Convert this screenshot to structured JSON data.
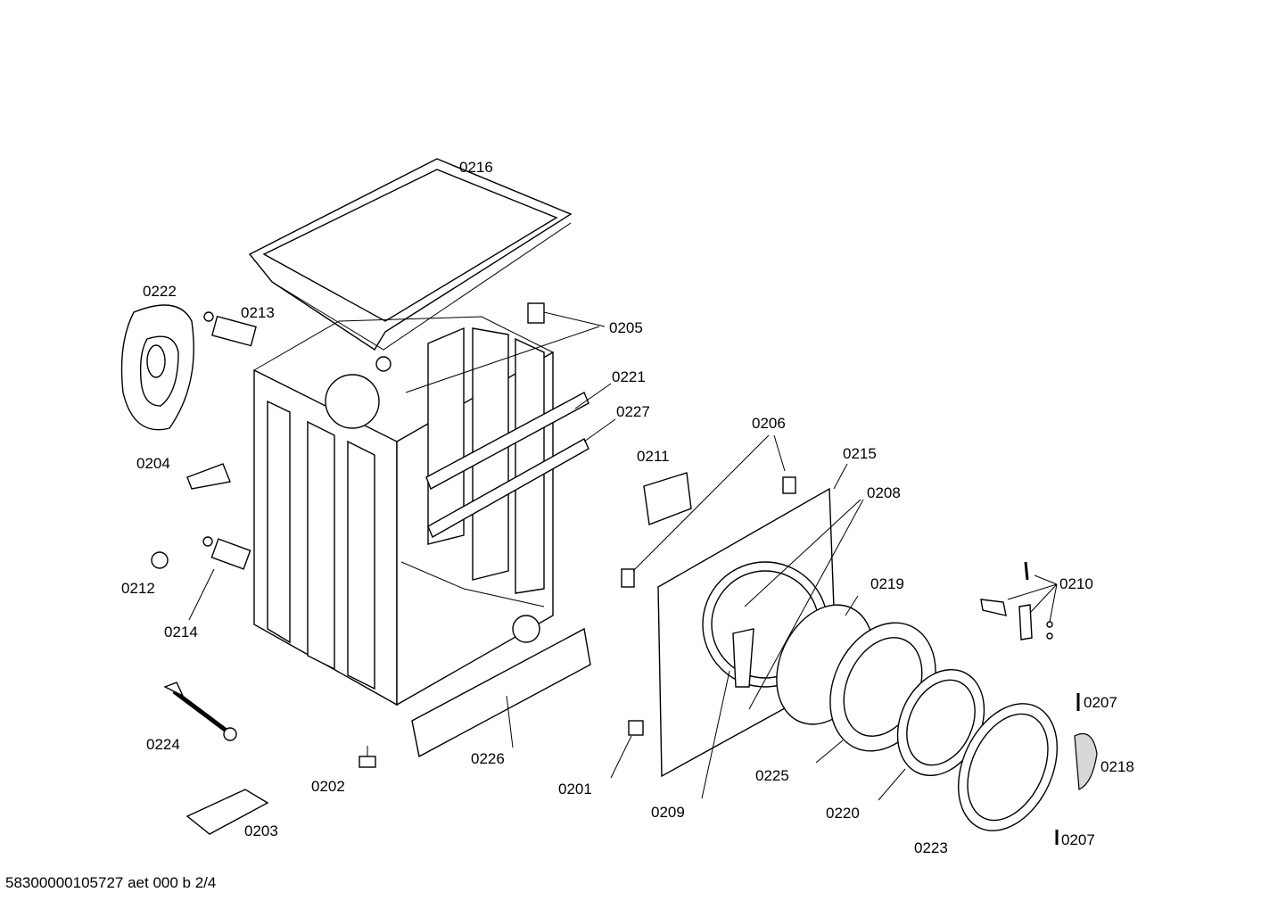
{
  "callouts": {
    "c0216": "0216",
    "c0222": "0222",
    "c0213": "0213",
    "c0205": "0205",
    "c0221": "0221",
    "c0227": "0227",
    "c0206": "0206",
    "c0211": "0211",
    "c0215": "0215",
    "c0208": "0208",
    "c0204": "0204",
    "c0219": "0219",
    "c0210": "0210",
    "c0212": "0212",
    "c0214": "0214",
    "c0207a": "0207",
    "c0224": "0224",
    "c0226": "0226",
    "c0202": "0202",
    "c0201": "0201",
    "c0225": "0225",
    "c0218": "0218",
    "c0209": "0209",
    "c0220": "0220",
    "c0203": "0203",
    "c0223": "0223",
    "c0207b": "0207"
  },
  "footer": {
    "doc_id": "58300000105727 aet 000 b 2/4"
  }
}
